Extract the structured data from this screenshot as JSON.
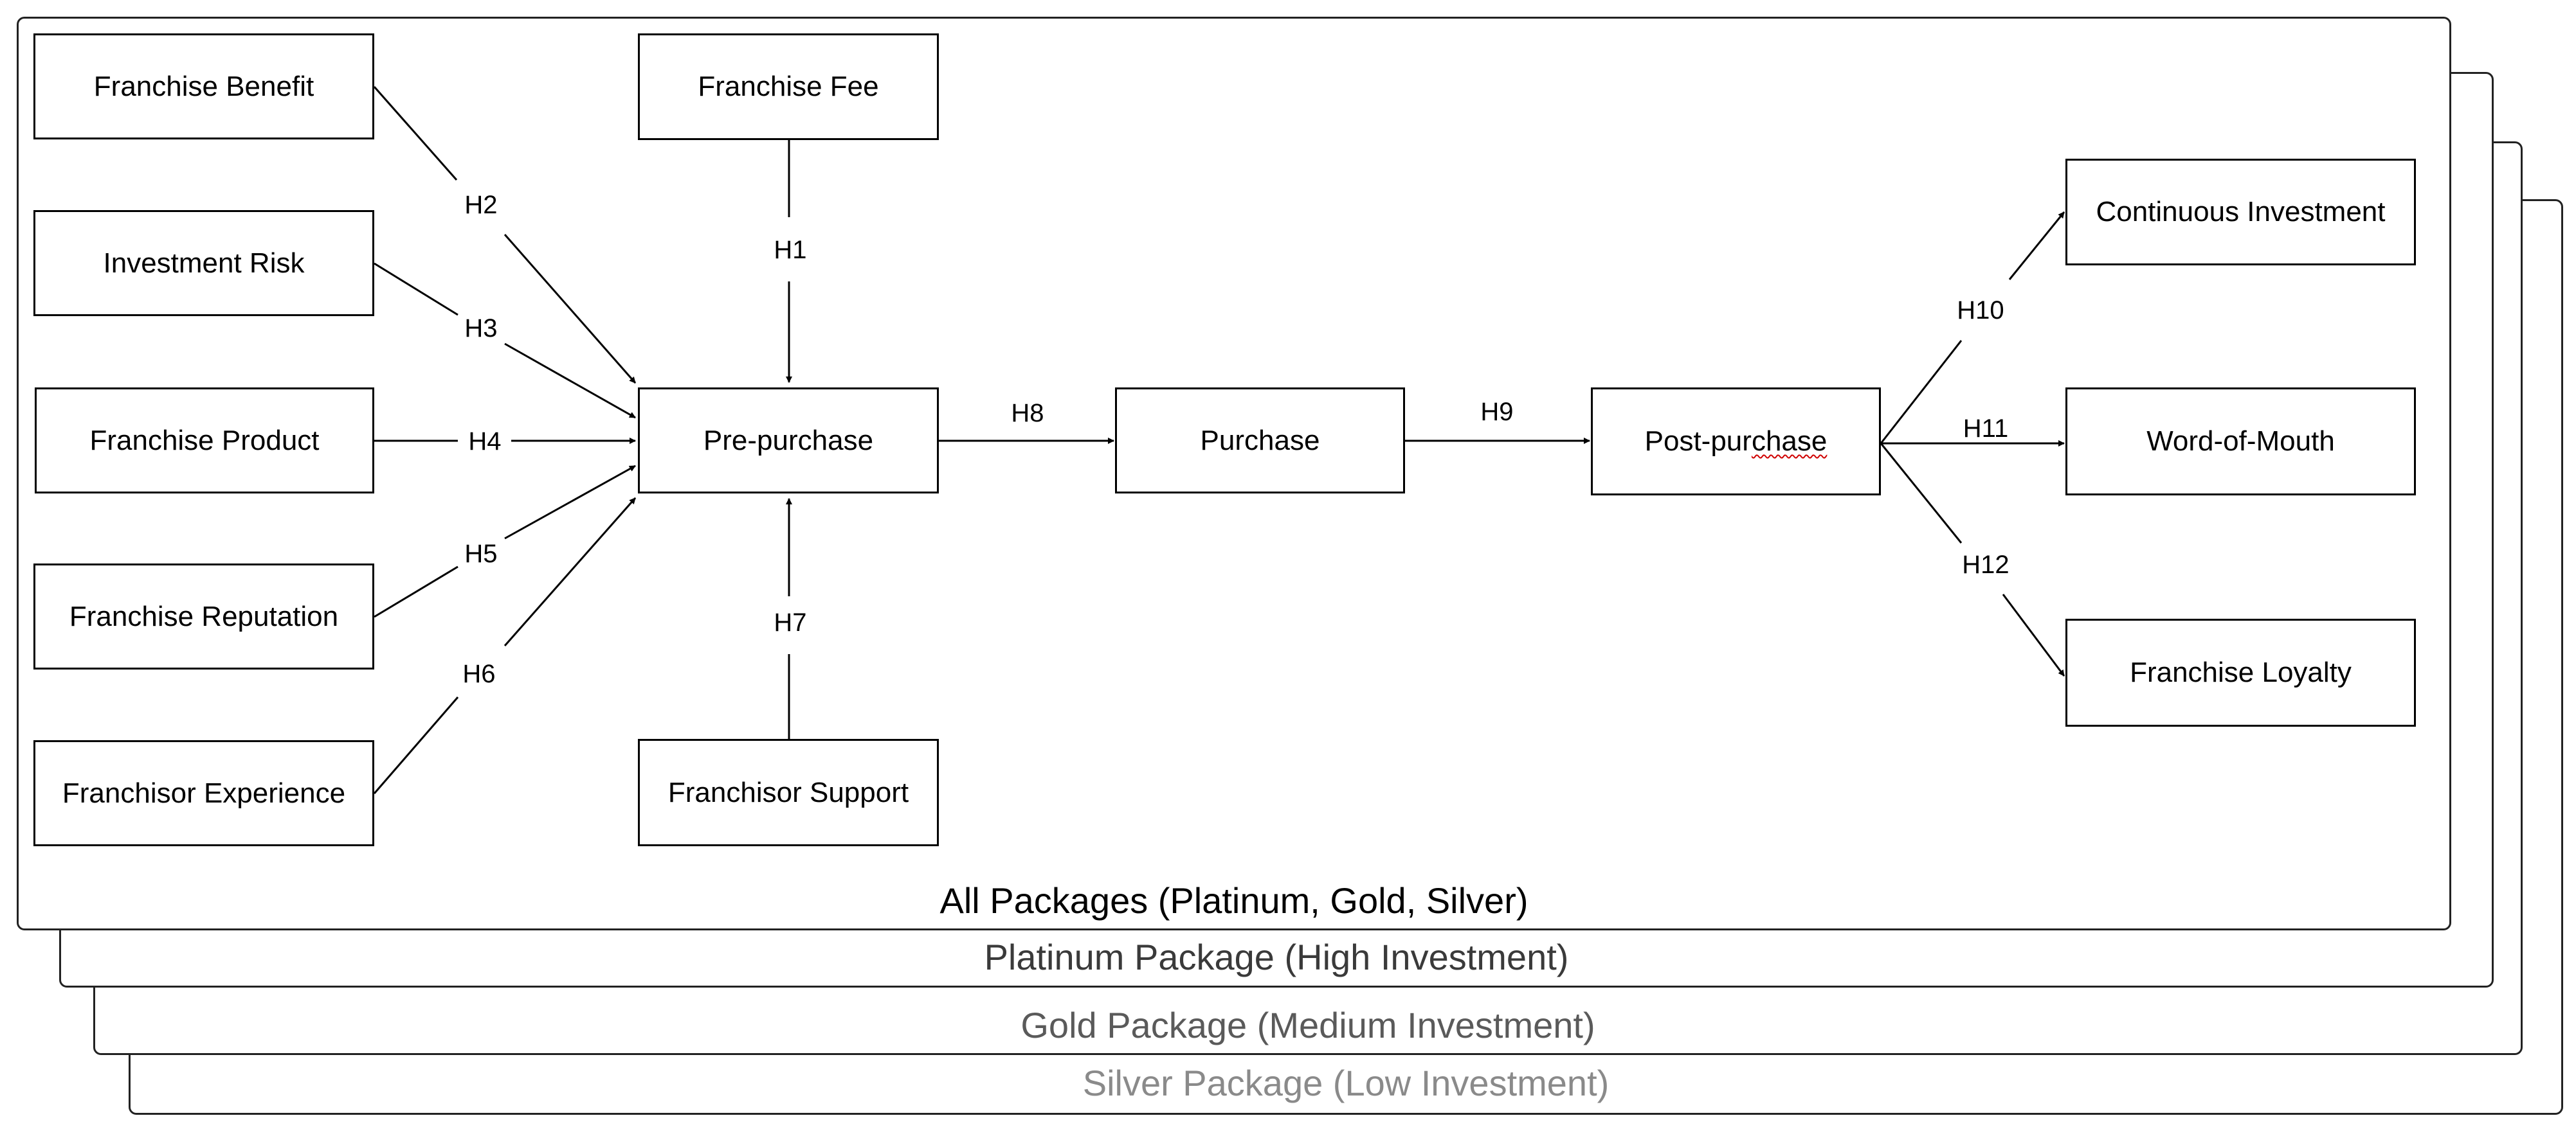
{
  "layers": {
    "silver": {
      "title": "Silver Package (Low Investment)",
      "text_color": "#8a8a8a"
    },
    "gold": {
      "title": "Gold Package (Medium Investment)",
      "text_color": "#5a5a5a"
    },
    "platinum": {
      "title": "Platinum Package (High Investment)",
      "text_color": "#3a3a3a"
    },
    "all": {
      "title": "All Packages (Platinum, Gold, Silver)",
      "text_color": "#000000"
    }
  },
  "nodes": {
    "franchise_benefit": "Franchise Benefit",
    "investment_risk": "Investment Risk",
    "franchise_product": "Franchise Product",
    "franchise_reputation": "Franchise Reputation",
    "franchisor_experience": "Franchisor Experience",
    "franchise_fee": "Franchise Fee",
    "franchisor_support": "Franchisor Support",
    "pre_purchase": "Pre-purchase",
    "purchase": "Purchase",
    "post_purchase_a": "Post-pur",
    "post_purchase_b": "chase",
    "continuous_investment": "Continuous Investment",
    "word_of_mouth": "Word-of-Mouth",
    "franchise_loyalty": "Franchise Loyalty"
  },
  "hypotheses": {
    "h1": "H1",
    "h2": "H2",
    "h3": "H3",
    "h4": "H4",
    "h5": "H5",
    "h6": "H6",
    "h7": "H7",
    "h8": "H8",
    "h9": "H9",
    "h10": "H10",
    "h11": "H11",
    "h12": "H12"
  }
}
